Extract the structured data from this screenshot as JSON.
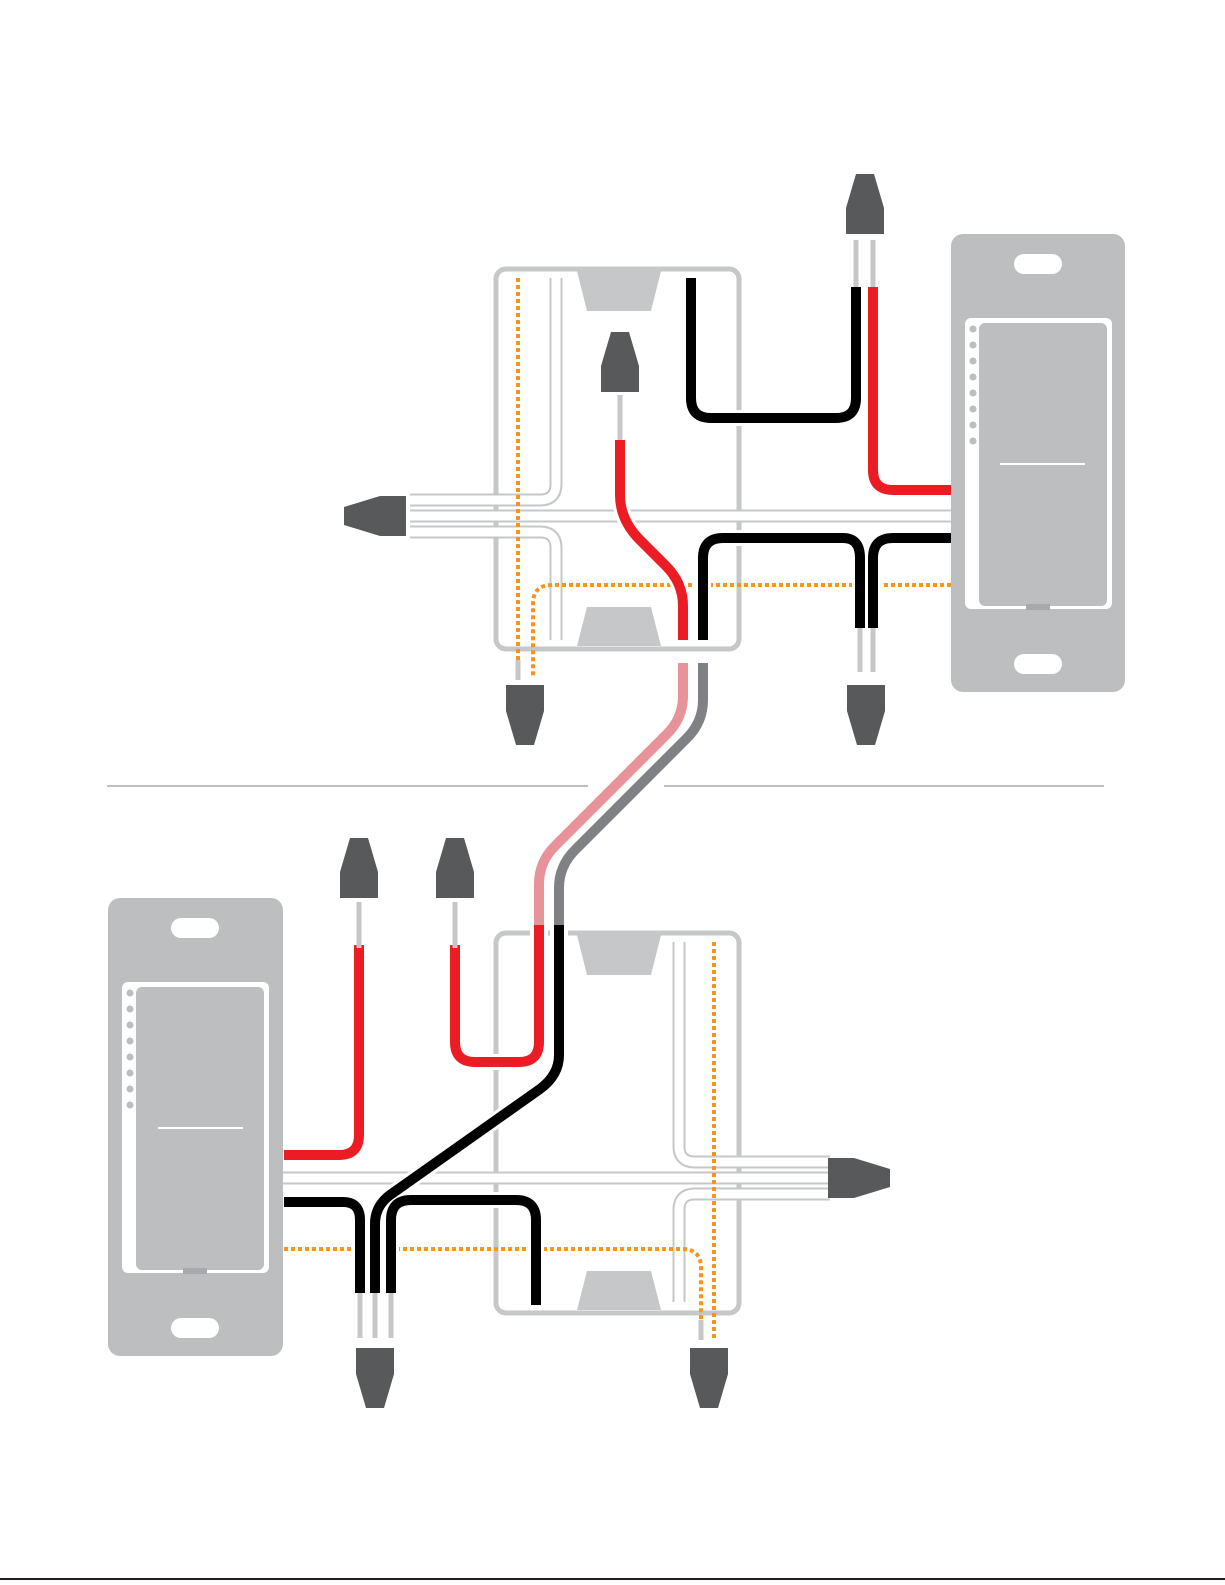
{
  "diagram": {
    "kind": "wiring-diagram",
    "description_text": "",
    "switches": [
      {
        "id": "upper-smart-switch",
        "location": "upper-right",
        "led_count": 8
      },
      {
        "id": "lower-smart-switch",
        "location": "lower-left",
        "led_count": 8
      }
    ],
    "boxes": [
      {
        "id": "upper-electrical-box"
      },
      {
        "id": "lower-electrical-box"
      }
    ],
    "colors": {
      "line_hot_black": "#000000",
      "load_red": "#ec1c24",
      "traveler_red_light": "#e8939a",
      "traveler_gray": "#808184",
      "neutral_white": "#ffffff",
      "ground_dashed_orange": "#f7941d",
      "switch_plate": "#bcbec0",
      "switch_paddle": "#bcbec0",
      "wire_nut": "#58595b",
      "box_outline": "#c6c7c9",
      "bare_wire": "#c6c7c9",
      "divider": "#bcbec0"
    }
  }
}
